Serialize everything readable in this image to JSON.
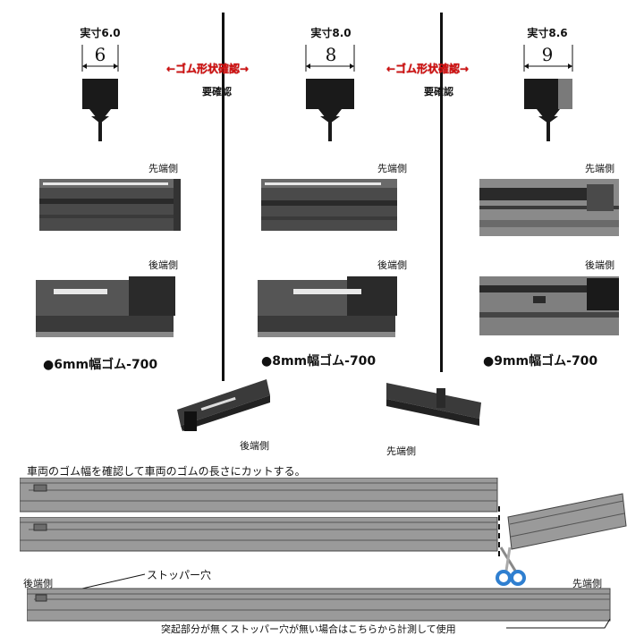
{
  "columns": [
    {
      "label": "実寸6.0",
      "dim": "6",
      "front_label": "先端側",
      "rear_label": "後端側",
      "caption": "●6mm幅ゴム-700"
    },
    {
      "label": "実寸8.0",
      "dim": "8",
      "front_label": "先端側",
      "rear_label": "後端側",
      "caption": "●8mm幅ゴム-700"
    },
    {
      "label": "実寸8.6",
      "dim": "9",
      "front_label": "先端側",
      "rear_label": "後端側",
      "caption": "●9mm幅ゴム-700"
    }
  ],
  "warnings": [
    {
      "text": "←ゴム形状確認→",
      "sub": "要確認"
    },
    {
      "text": "←ゴム形状確認→",
      "sub": "要確認"
    }
  ],
  "lower_photos": {
    "left_label": "後端側",
    "right_label": "先端側"
  },
  "instruction": "車両のゴム幅を確認して車両のゴムの長さにカットする。",
  "diagram": {
    "rear_label": "後端側",
    "front_label": "先端側",
    "stopper_label": "ストッパー穴",
    "footnote": "突起部分が無くストッパー穴が無い場合はこちらから計測して使用"
  },
  "colors": {
    "rubber": "#1a1a1a",
    "strip": "#9a9a9a",
    "strip_dark": "#6d6d6d",
    "scissors": "#2f7fd0"
  }
}
